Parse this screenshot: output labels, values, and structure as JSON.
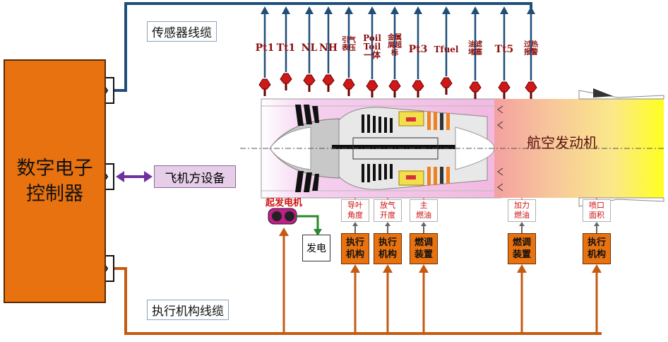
{
  "ecu": {
    "label_line1": "数字电子",
    "label_line2": "控制器"
  },
  "cables": {
    "sensor_cable": "传感器线缆",
    "actuator_cable": "执行机构线缆"
  },
  "aircraft_equipment": "飞机方设备",
  "engine_title": "航空发动机",
  "sensors": [
    {
      "label": "Pt1"
    },
    {
      "label": "Tt1"
    },
    {
      "label": "NL"
    },
    {
      "label": "NH"
    },
    {
      "label": "引气\n表压"
    },
    {
      "label": "Poil\nToil\n一体"
    },
    {
      "label": "金属\n屑超\n标"
    },
    {
      "label": "Pt3"
    },
    {
      "label": "Tfuel"
    },
    {
      "label": "油滤\n堵塞"
    },
    {
      "label": "Tt5"
    },
    {
      "label": "过热\n报警"
    }
  ],
  "starter_generator": "起发电机",
  "generator_box": "发电",
  "actuation_targets": [
    {
      "label": "导叶\n角度"
    },
    {
      "label": "放气\n开度"
    },
    {
      "label": "主\n燃油"
    },
    {
      "label": "加力\n燃油"
    },
    {
      "label": "喷口\n面积"
    }
  ],
  "actuator_boxes": [
    {
      "label": "执行\n机构"
    },
    {
      "label": "执行\n机构"
    },
    {
      "label": "燃调\n装置"
    },
    {
      "label": "燃调\n装置"
    },
    {
      "label": "执行\n机构"
    }
  ],
  "colors": {
    "ecu_fill": "#e8720f",
    "sensor_cable": "#1f4e79",
    "actuator_cable": "#c55a11",
    "aircraft_link": "#7030a0",
    "sensor_body": "#d01818",
    "afterburner_glow": "#ffff00"
  }
}
